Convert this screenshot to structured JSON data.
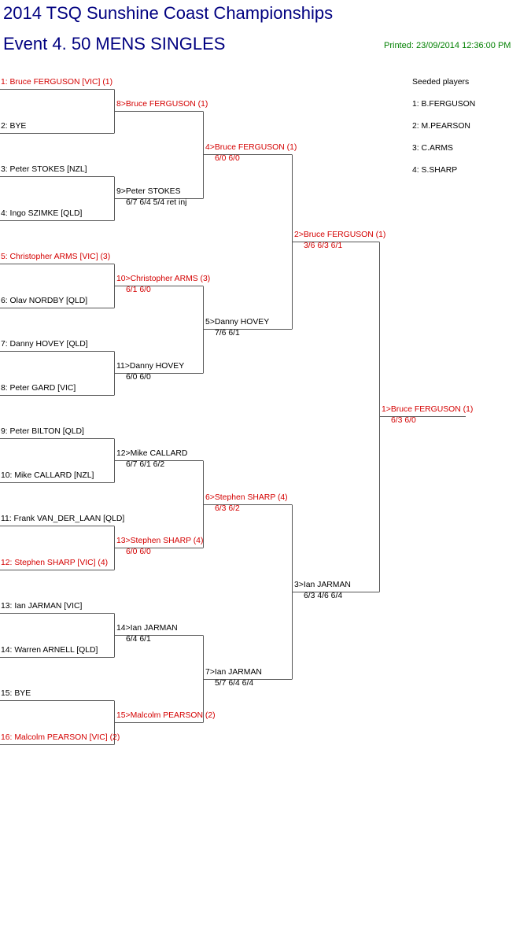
{
  "header": {
    "title": "2014 TSQ Sunshine Coast Championships",
    "event": "Event 4. 50 MENS SINGLES",
    "printed": "Printed: 23/09/2014 12:36:00 PM"
  },
  "seeds": {
    "heading": "Seeded players",
    "players": [
      "1: B.FERGUSON",
      "2: M.PEARSON",
      "3: C.ARMS",
      "4: S.SHARP"
    ]
  },
  "colors": {
    "title": "#000080",
    "printed": "#008000",
    "seeded": "#d40000",
    "text": "#000000",
    "line": "#555555"
  },
  "draw": {
    "rounds": [
      {
        "entries": [
          {
            "label": "1: Bruce FERGUSON [VIC] (1)",
            "seeded": true
          },
          {
            "label": "2: BYE"
          },
          {
            "label": "3: Peter STOKES [NZL]"
          },
          {
            "label": "4: Ingo SZIMKE [QLD]"
          },
          {
            "label": "5: Christopher ARMS [VIC] (3)",
            "seeded": true
          },
          {
            "label": "6: Olav NORDBY [QLD]"
          },
          {
            "label": "7: Danny HOVEY [QLD]"
          },
          {
            "label": "8: Peter GARD [VIC]"
          },
          {
            "label": "9: Peter BILTON [QLD]"
          },
          {
            "label": "10: Mike CALLARD [NZL]"
          },
          {
            "label": "11: Frank VAN_DER_LAAN [QLD]"
          },
          {
            "label": "12: Stephen SHARP [VIC] (4)",
            "seeded": true
          },
          {
            "label": "13: Ian JARMAN [VIC]"
          },
          {
            "label": "14: Warren ARNELL [QLD]"
          },
          {
            "label": "15: BYE"
          },
          {
            "label": "16: Malcolm PEARSON [VIC] (2)",
            "seeded": true
          }
        ]
      },
      {
        "entries": [
          {
            "label": "8>Bruce FERGUSON (1)",
            "seeded": true
          },
          {
            "label": "9>Peter STOKES",
            "score": "6/7 6/4 5/4 ret inj"
          },
          {
            "label": "10>Christopher ARMS (3)",
            "score": "6/1 6/0",
            "seeded": true
          },
          {
            "label": "11>Danny HOVEY",
            "score": "6/0 6/0"
          },
          {
            "label": "12>Mike CALLARD",
            "score": "6/7 6/1 6/2"
          },
          {
            "label": "13>Stephen SHARP (4)",
            "score": "6/0 6/0",
            "seeded": true
          },
          {
            "label": "14>Ian JARMAN",
            "score": "6/4 6/1"
          },
          {
            "label": "15>Malcolm PEARSON (2)",
            "seeded": true
          }
        ]
      },
      {
        "entries": [
          {
            "label": "4>Bruce FERGUSON (1)",
            "score": "6/0 6/0",
            "seeded": true
          },
          {
            "label": "5>Danny HOVEY",
            "score": "7/6 6/1"
          },
          {
            "label": "6>Stephen SHARP (4)",
            "score": "6/3 6/2",
            "seeded": true
          },
          {
            "label": "7>Ian JARMAN",
            "score": "5/7 6/4 6/4"
          }
        ]
      },
      {
        "entries": [
          {
            "label": "2>Bruce FERGUSON (1)",
            "score": "3/6 6/3 6/1",
            "seeded": true
          },
          {
            "label": "3>Ian JARMAN",
            "score": "6/3 4/6 6/4"
          }
        ]
      },
      {
        "entries": [
          {
            "label": "1>Bruce FERGUSON (1)",
            "score": "6/3 6/0",
            "seeded": true
          }
        ]
      }
    ]
  }
}
